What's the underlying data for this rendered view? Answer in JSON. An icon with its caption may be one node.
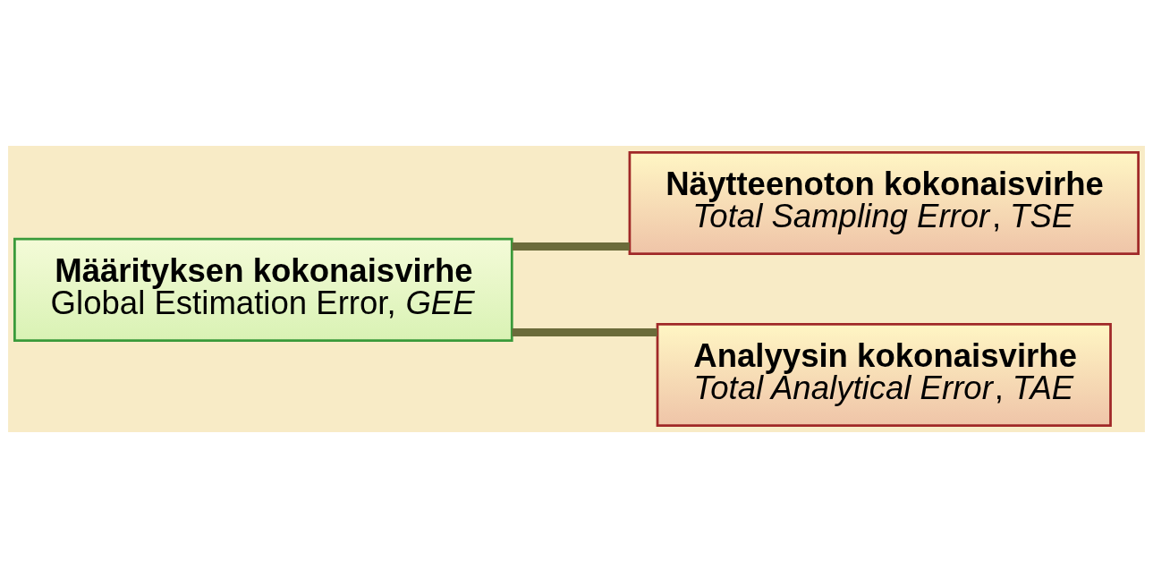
{
  "diagram": {
    "nodes": [
      {
        "text": [
          "Määrityksen kokonaisvirhe",
          "Global Estimation Error, *GEE*"
        ]
      },
      {
        "text": [
          "Näytteenoton kokonaisvirhe",
          "*Total Sampling Error*, *TSE*"
        ]
      },
      {
        "text": [
          "Analyysin kokonaisvirhe",
          "*Total Analytical Error*, *TAE*"
        ]
      }
    ],
    "edges": [
      {
        "from": 0,
        "to": 1,
        "arrow": "none"
      },
      {
        "from": 0,
        "to": 2,
        "arrow": "none"
      }
    ]
  }
}
